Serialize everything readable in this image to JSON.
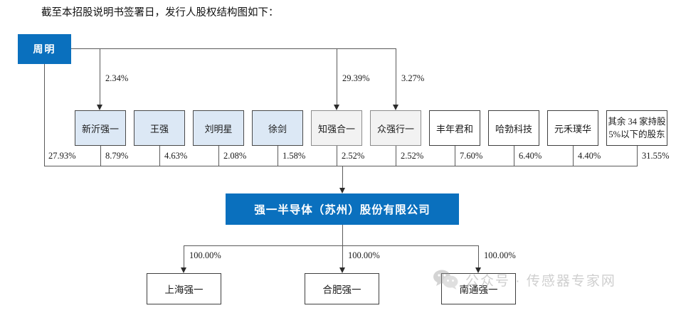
{
  "caption": "截至本招股说明书签署日，发行人股权结构图如下：",
  "colors": {
    "brand_blue": "#0A70BE",
    "box_blue_fill": "#DCE8F5",
    "box_gray_fill": "#F2F2F2",
    "line_gray": "#5A5A5A",
    "watermark_gray": "#8F8F8F"
  },
  "controlling_shareholder": {
    "label": "周明",
    "direct_pct": "27.93%",
    "indirect_links": [
      {
        "target": "新沂强一",
        "pct": "2.34%"
      },
      {
        "target": "知强合一",
        "pct": "29.39%"
      },
      {
        "target": "众强行一",
        "pct": "3.27%"
      }
    ]
  },
  "shareholders": [
    {
      "name": "新沂强一",
      "pct": "8.79%",
      "style": "blue"
    },
    {
      "name": "王强",
      "pct": "4.63%",
      "style": "blue"
    },
    {
      "name": "刘明星",
      "pct": "2.08%",
      "style": "blue"
    },
    {
      "name": "徐剑",
      "pct": "1.58%",
      "style": "blue"
    },
    {
      "name": "知强合一",
      "pct": "2.52%",
      "style": "gray"
    },
    {
      "name": "众强行一",
      "pct": "2.52%",
      "style": "gray"
    },
    {
      "name": "丰年君和",
      "pct": "7.60%",
      "style": "white"
    },
    {
      "name": "哈勃科技",
      "pct": "6.40%",
      "style": "white"
    },
    {
      "name": "元禾璞华",
      "pct": "4.40%",
      "style": "white"
    },
    {
      "name": "其余 34 家持股",
      "name_line2": "5%以下的股东",
      "pct": "31.55%",
      "style": "white"
    }
  ],
  "issuer": {
    "name": "强一半导体（苏州）股份有限公司"
  },
  "subsidiaries": [
    {
      "name": "上海强一",
      "pct": "100.00%"
    },
    {
      "name": "合肥强一",
      "pct": "100.00%"
    },
    {
      "name": "南通强一",
      "pct": "100.00%"
    }
  ],
  "watermark": {
    "text": "公众号 · 传感器专家网",
    "icon": "wechat-icon"
  }
}
